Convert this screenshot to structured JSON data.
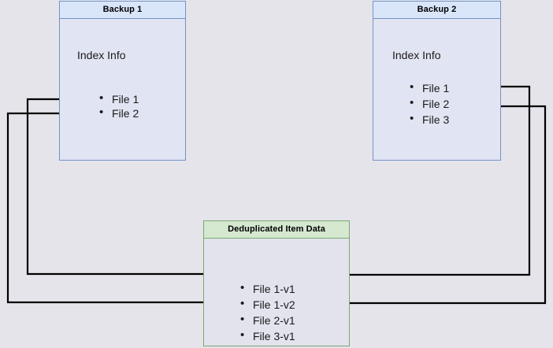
{
  "diagram": {
    "title_semantic": "backup-deduplication-diagram",
    "background_color": "#e5e4ea",
    "edge_color": "#000000",
    "nodes": {
      "backup1": {
        "title": "Backup 1",
        "body_label": "Index Info",
        "border_color": "#7294c4",
        "header_fill": "#d9e6fa",
        "body_fill": "#e1e4f2",
        "files": [
          "File 1",
          "File 2"
        ]
      },
      "backup2": {
        "title": "Backup 2",
        "body_label": "Index Info",
        "border_color": "#7294c4",
        "header_fill": "#d9e6fa",
        "body_fill": "#e1e4f2",
        "files": [
          "File 1",
          "File 2",
          "File 3"
        ]
      },
      "dedup": {
        "title": "Deduplicated Item Data",
        "border_color": "#7aa96f",
        "header_fill": "#d5e8d0",
        "body_fill": "#e3e3ee",
        "items": [
          "File 1-v1",
          "File 1-v2",
          "File 2-v1",
          "File 3-v1"
        ]
      }
    },
    "edges": [
      {
        "name": "backup1-file1-to-file1v1",
        "from": "Backup 1 / File 1",
        "to": "Deduplicated Item Data / File 1-v1"
      },
      {
        "name": "backup1-file2-to-file2v1",
        "from": "Backup 1 / File 2",
        "to": "Deduplicated Item Data / File 2-v1"
      },
      {
        "name": "backup2-file1-to-file1v2",
        "from": "Backup 2 / File 1",
        "to": "Deduplicated Item Data / File 1-v2"
      },
      {
        "name": "backup2-file2-to-file2v1",
        "from": "Backup 2 / File 2",
        "to": "Deduplicated Item Data / File 2-v1"
      }
    ]
  }
}
